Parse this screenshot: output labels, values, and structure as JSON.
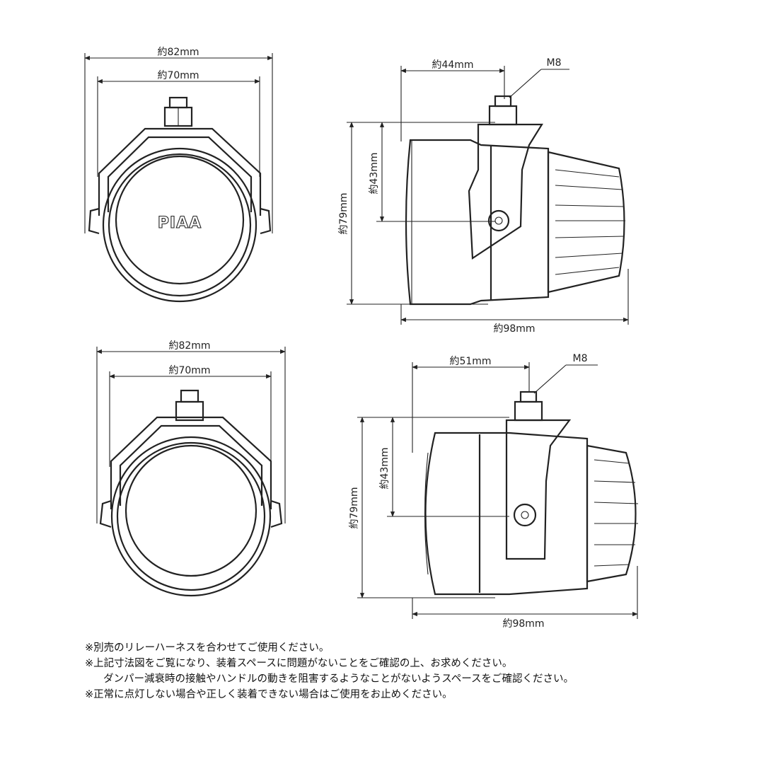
{
  "brand_logo": "PIAA",
  "views": {
    "top_front": {
      "width_outer": "約82mm",
      "width_lens": "約70mm"
    },
    "top_side": {
      "depth_to_bolt": "約44mm",
      "bolt": "M8",
      "height_total": "約79mm",
      "height_center": "約43mm",
      "length_total": "約98mm"
    },
    "bottom_front": {
      "width_outer": "約82mm",
      "width_lens": "約70mm"
    },
    "bottom_side": {
      "depth_to_bolt": "約51mm",
      "bolt": "M8",
      "height_total": "約79mm",
      "height_center": "約43mm",
      "length_total": "約98mm"
    }
  },
  "notes": [
    "※別売のリレーハーネスを合わせてご使用ください。",
    "※上記寸法図をご覧になり、装着スペースに問題がないことをご確認の上、お求めください。",
    "ダンパー減衰時の接触やハンドルの動きを阻害するようなことがないようスペースをご確認ください。",
    "※正常に点灯しない場合や正しく装着できない場合はご使用をお止めください。"
  ]
}
